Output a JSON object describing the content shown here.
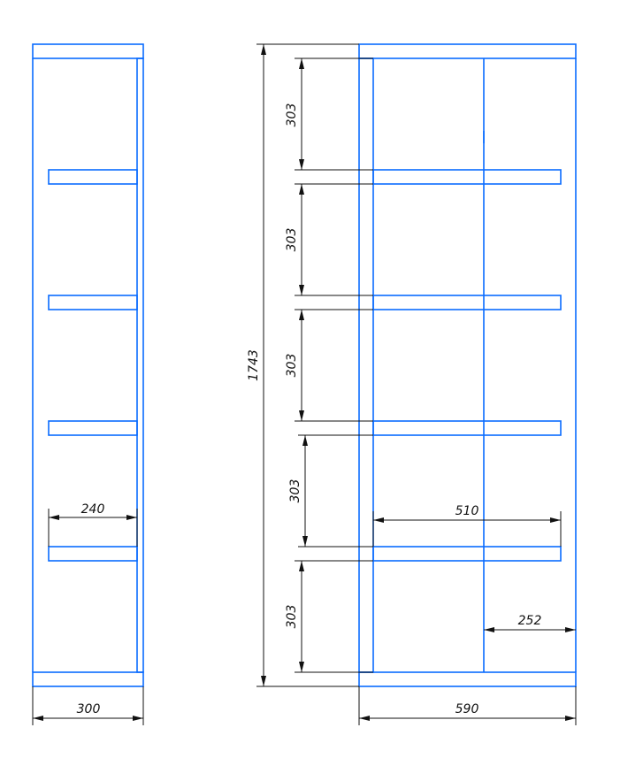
{
  "drawing": {
    "colors": {
      "part_outline": "#0a6cff",
      "dimension": "#111111",
      "background": "#ffffff"
    },
    "side_view": {
      "shelf_depth": "240",
      "overall_depth": "300"
    },
    "front_view": {
      "overall_height": "1743",
      "overall_width": "590",
      "shelf_width": "510",
      "half_width": "252",
      "shelf_spacing": [
        "303",
        "303",
        "303",
        "303",
        "303"
      ]
    }
  }
}
